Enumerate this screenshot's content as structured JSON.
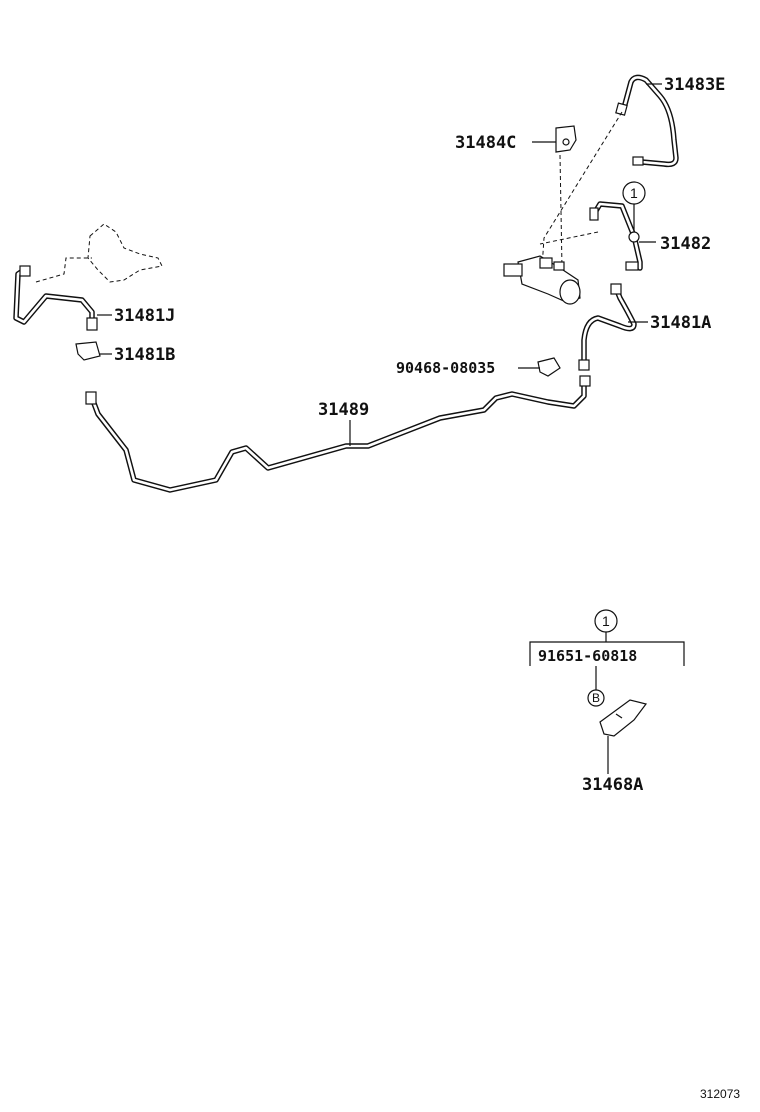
{
  "callouts": {
    "p31483E": "31483E",
    "p31484C": "31484C",
    "p31482": "31482",
    "p31481J": "31481J",
    "p31481A": "31481A",
    "p31481B": "31481B",
    "p90468": "90468-08035",
    "p31489": "31489",
    "p91651": "91651-60818",
    "p31468A": "31468A"
  },
  "group_marker": "1",
  "drawing_ref": "312073"
}
